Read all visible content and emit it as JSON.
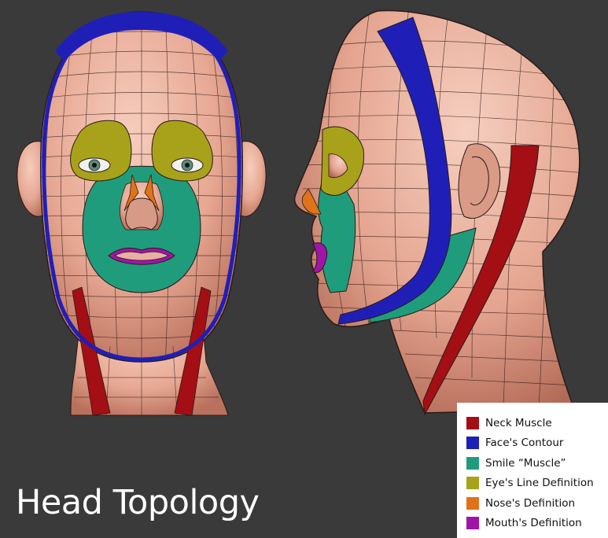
{
  "title": "Head Topology",
  "legend": {
    "items": [
      {
        "label": "Neck Muscle",
        "color": "#a30f14"
      },
      {
        "label": "Face's Contour",
        "color": "#1f1fb8"
      },
      {
        "label": "Smile “Muscle”",
        "color": "#1f9c7c"
      },
      {
        "label": "Eye's Line Definition",
        "color": "#a8a21a"
      },
      {
        "label": "Nose's Definition",
        "color": "#e0731a"
      },
      {
        "label": "Mouth's Definition",
        "color": "#a015a8"
      }
    ]
  },
  "colors": {
    "background": "#3a3a3a",
    "skin": "#e9ad97",
    "wire": "#2a1a18"
  }
}
